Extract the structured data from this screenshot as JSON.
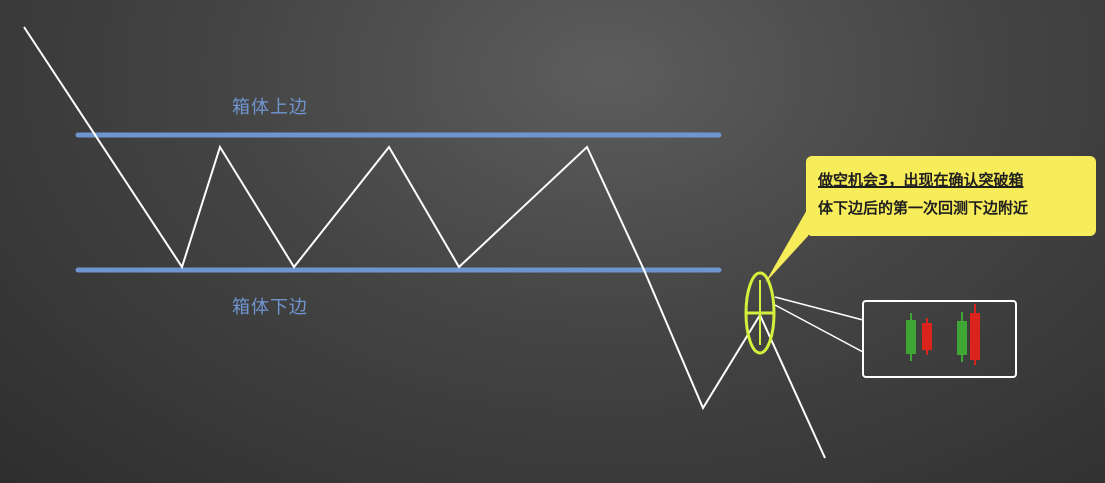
{
  "labels": {
    "box_top": "箱体上边",
    "box_bottom": "箱体下边"
  },
  "callout": {
    "line1": "做空机会3，出现在确认突破箱",
    "line2": "体下边后的第一次回测下边附近"
  },
  "colors": {
    "background": "#444444",
    "box_line": "#6f95cf",
    "price_line": "#ffffff",
    "highlight_ellipse": "#d6ef3c",
    "callout_fill": "#f7ec5a",
    "candle_green": "#3fa535",
    "candle_red": "#d9241c"
  },
  "icons": {
    "candlestick_inset": "candlestick-chart-icon"
  }
}
